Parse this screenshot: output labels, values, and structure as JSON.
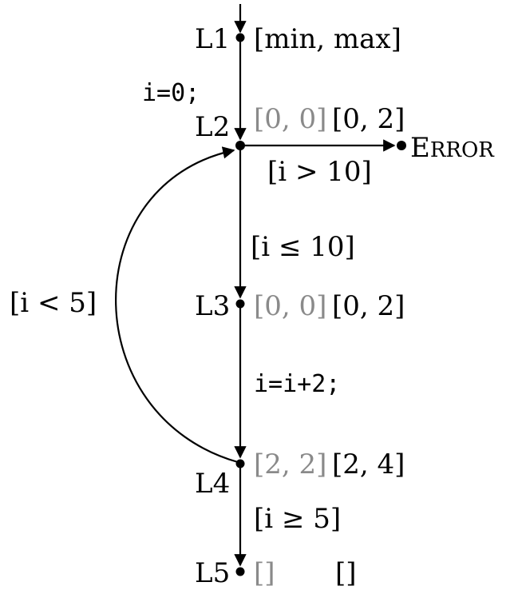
{
  "nodes": {
    "L1": {
      "label": "L1",
      "range": "[min, max]"
    },
    "L2": {
      "label": "L2",
      "prev": "[0, 0]",
      "curr": "[0, 2]"
    },
    "L3": {
      "label": "L3",
      "prev": "[0, 0]",
      "curr": "[0, 2]"
    },
    "L4": {
      "label": "L4",
      "prev": "[2, 2]",
      "curr": "[2, 4]"
    },
    "L5": {
      "label": "L5",
      "prev": "[]",
      "curr": "[]"
    },
    "error": {
      "cap": "E",
      "rest": "RROR"
    }
  },
  "edges": {
    "init": "i=0;",
    "incr": "i=i+2;",
    "to_error": "[i > 10]",
    "to_L3": "[i ≤ 10]",
    "loop_back": "[i < 5]",
    "to_L5": "[i ≥ 5]"
  },
  "colors": {
    "line": "#000000",
    "previous_interval": "#8a8a8a",
    "current_interval": "#000000"
  }
}
